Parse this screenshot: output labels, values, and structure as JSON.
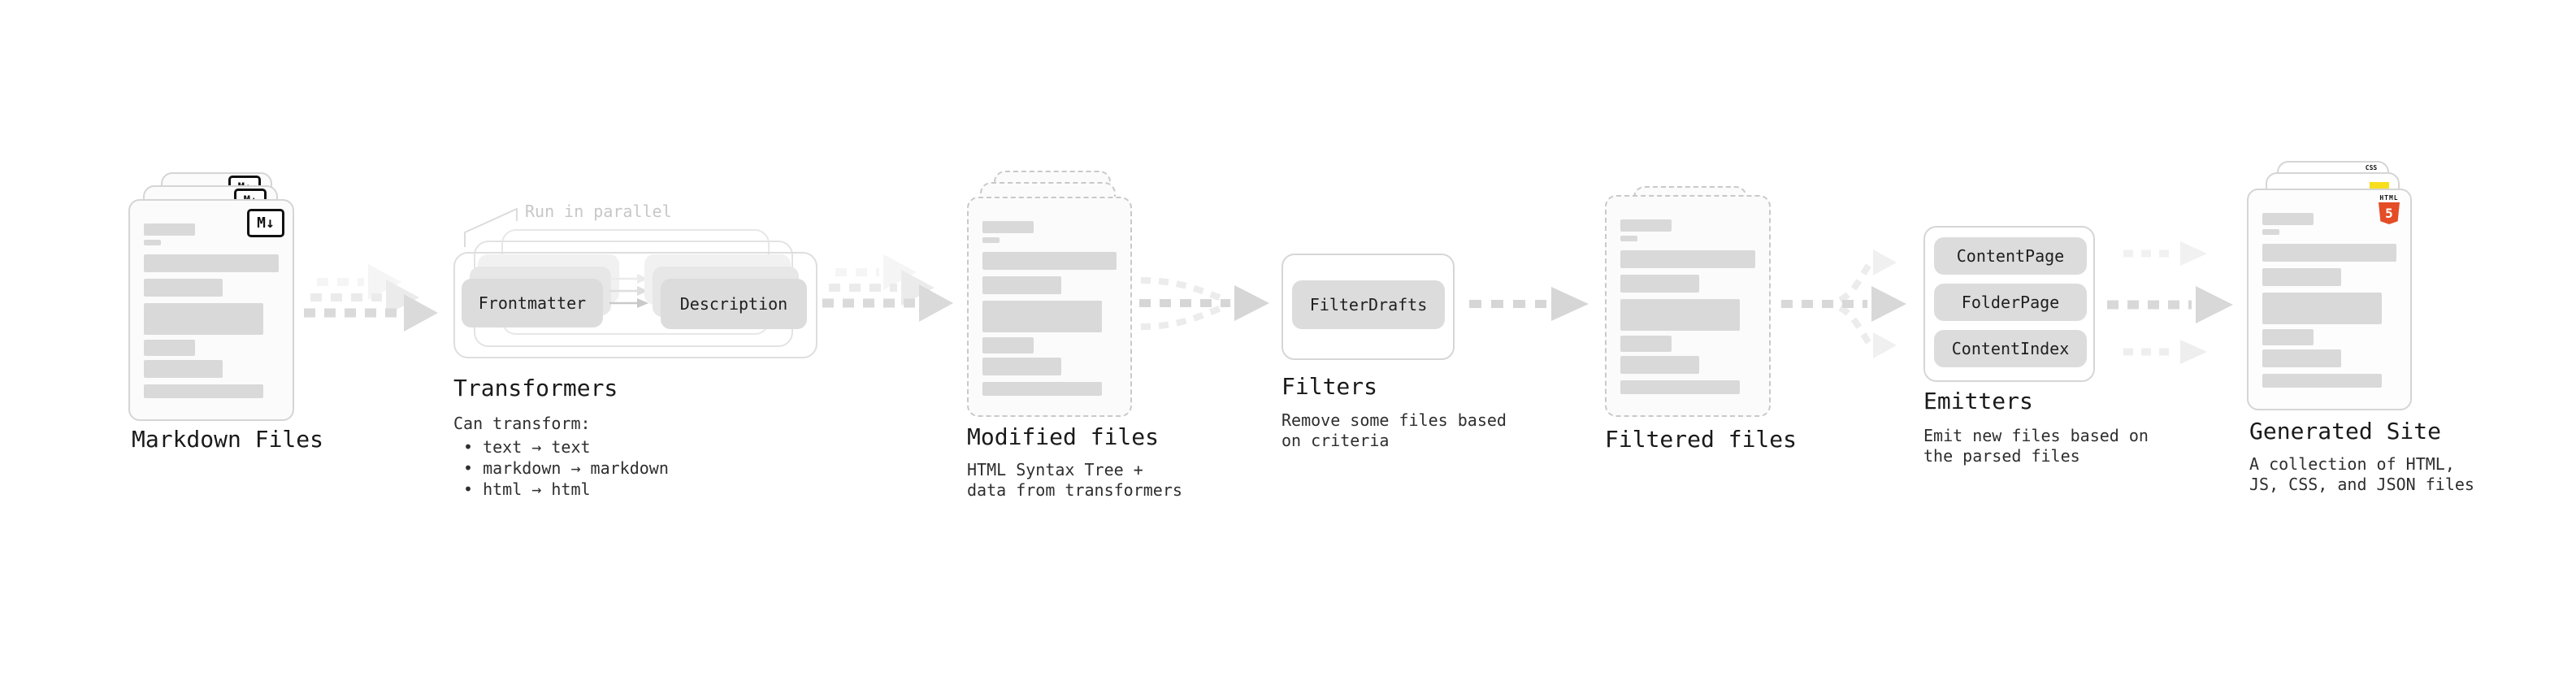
{
  "stages": {
    "markdown_files": {
      "label": "Markdown Files",
      "badge": "M↓"
    },
    "transformers": {
      "label": "Transformers",
      "annotation": "Run in parallel",
      "pill_left": "Frontmatter",
      "pill_right": "Description",
      "desc_heading": "Can transform:",
      "bullets": [
        "• text → text",
        "• markdown → markdown",
        "• html → html"
      ]
    },
    "modified_files": {
      "label": "Modified files",
      "desc_line1": "HTML Syntax Tree +",
      "desc_line2": "data from transformers"
    },
    "filters": {
      "label": "Filters",
      "pill": "FilterDrafts",
      "desc_line1": "Remove some files based",
      "desc_line2": "on criteria"
    },
    "filtered_files": {
      "label": "Filtered files"
    },
    "emitters": {
      "label": "Emitters",
      "pills": [
        "ContentPage",
        "FolderPage",
        "ContentIndex"
      ],
      "desc_line1": "Emit new files based on",
      "desc_line2": "the parsed files"
    },
    "generated_site": {
      "label": "Generated Site",
      "desc_line1": "A collection of HTML,",
      "desc_line2": "JS, CSS, and JSON files",
      "html5_word": "HTML",
      "html5_number": "5",
      "css_badge": "CSS"
    }
  },
  "colors": {
    "html5_orange": "#e44d26",
    "js_yellow": "#f7df1e",
    "css_blue": "#2965f1",
    "pill_gray": "#dcdcdc",
    "arrow_gray": "#d8d8d8",
    "doc_border": "#d5d5d5",
    "bar_gray": "#d9d9d9"
  }
}
